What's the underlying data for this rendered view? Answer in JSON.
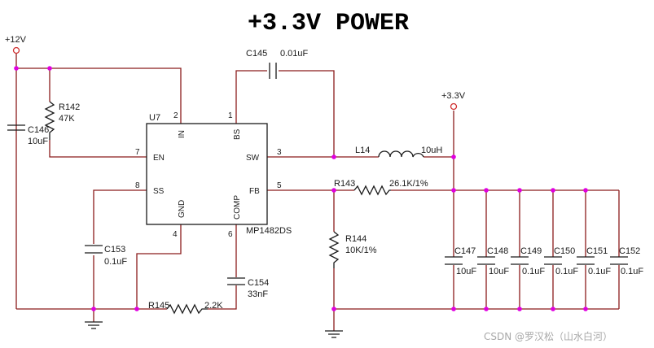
{
  "title": "+3.3V POWER",
  "watermark": "CSDN @罗汉松（山水白河）",
  "rails": {
    "vin": "+12V",
    "vout": "+3.3V"
  },
  "ic": {
    "ref": "U7",
    "part": "MP1482DS",
    "pins": [
      {
        "num": "2",
        "name": "IN"
      },
      {
        "num": "1",
        "name": "BS"
      },
      {
        "num": "7",
        "name": "EN"
      },
      {
        "num": "3",
        "name": "SW"
      },
      {
        "num": "8",
        "name": "SS"
      },
      {
        "num": "5",
        "name": "FB"
      },
      {
        "num": "4",
        "name": "GND"
      },
      {
        "num": "6",
        "name": "COMP"
      }
    ]
  },
  "components": {
    "C145": {
      "ref": "C145",
      "value": "0.01uF"
    },
    "C146": {
      "ref": "C146",
      "value": "10uF"
    },
    "R142": {
      "ref": "R142",
      "value": "47K"
    },
    "L14": {
      "ref": "L14",
      "value": "10uH"
    },
    "R143": {
      "ref": "R143",
      "value": "26.1K/1%"
    },
    "R144": {
      "ref": "R144",
      "value": "10K/1%"
    },
    "C153": {
      "ref": "C153",
      "value": "0.1uF"
    },
    "C154": {
      "ref": "C154",
      "value": "33nF"
    },
    "R145": {
      "ref": "R145",
      "value": "2.2K"
    }
  },
  "output_caps": [
    {
      "ref": "C147",
      "value": "10uF"
    },
    {
      "ref": "C148",
      "value": "10uF"
    },
    {
      "ref": "C149",
      "value": "0.1uF"
    },
    {
      "ref": "C150",
      "value": "0.1uF"
    },
    {
      "ref": "C151",
      "value": "0.1uF"
    },
    {
      "ref": "C152",
      "value": "0.1uF"
    }
  ],
  "colors": {
    "wire": "#8b1c1c",
    "junction": "#e000e0",
    "terminal": "#d03030"
  }
}
